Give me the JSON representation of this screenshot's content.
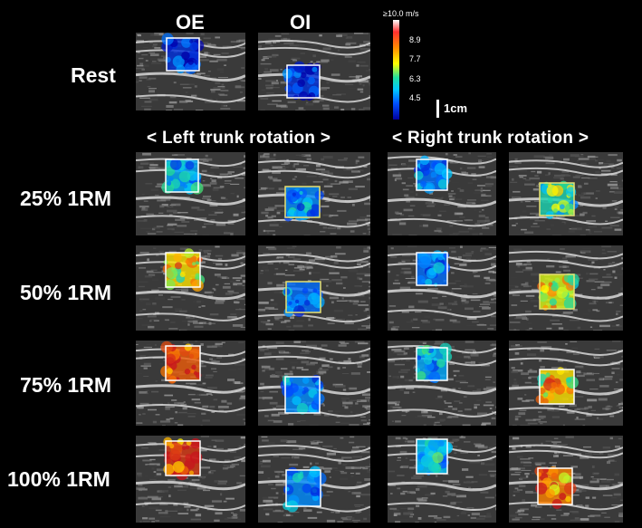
{
  "columns": {
    "oe": "OE",
    "oi": "OI"
  },
  "rows": {
    "rest": "Rest",
    "r25": "25% 1RM",
    "r50": "50% 1RM",
    "r75": "75% 1RM",
    "r100": "100% 1RM"
  },
  "sections": {
    "left": "< Left trunk rotation >",
    "right": "< Right trunk rotation >"
  },
  "colorbar": {
    "max_label": "≥10.0 m/s",
    "ticks": [
      "8.9",
      "7.7",
      "6.3",
      "4.5"
    ],
    "scale_label": "1cm"
  },
  "colors": {
    "background": "#000000",
    "roi_white": "#ffffff",
    "roi_yellow": "#e8e070"
  },
  "elastography": {
    "rest": {
      "oe": 0.15,
      "oi": 0.15
    },
    "left": {
      "r25": {
        "oe": 0.4,
        "oi": 0.35
      },
      "r50": {
        "oe": 0.75,
        "oi": 0.3
      },
      "r75": {
        "oe": 0.9,
        "oi": 0.35
      },
      "r100": {
        "oe": 0.95,
        "oi": 0.35
      }
    },
    "right": {
      "r25": {
        "oe": 0.3,
        "oi": 0.55
      },
      "r50": {
        "oe": 0.3,
        "oi": 0.7
      },
      "r75": {
        "oe": 0.4,
        "oi": 0.75
      },
      "r100": {
        "oe": 0.45,
        "oi": 0.85
      }
    }
  }
}
